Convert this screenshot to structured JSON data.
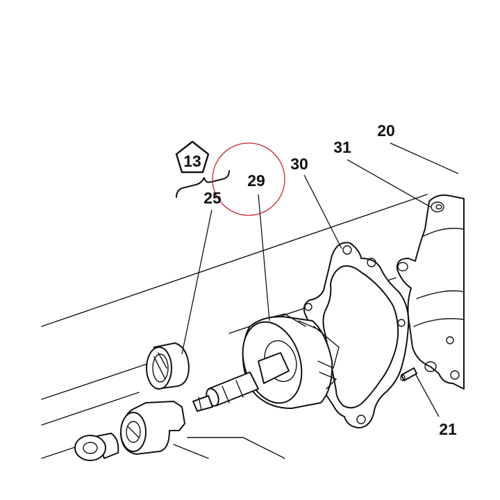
{
  "labels": {
    "group": "13",
    "p25": "25",
    "p29": "29",
    "p30": "30",
    "p31": "31",
    "p20": "20",
    "p21": "21"
  },
  "colors": {
    "ink": "#111111",
    "highlight_circle": "#c8232c",
    "background": "#ffffff"
  },
  "icons": {
    "group_marker": "pentagon-badge",
    "bracket": "curly-brace"
  }
}
